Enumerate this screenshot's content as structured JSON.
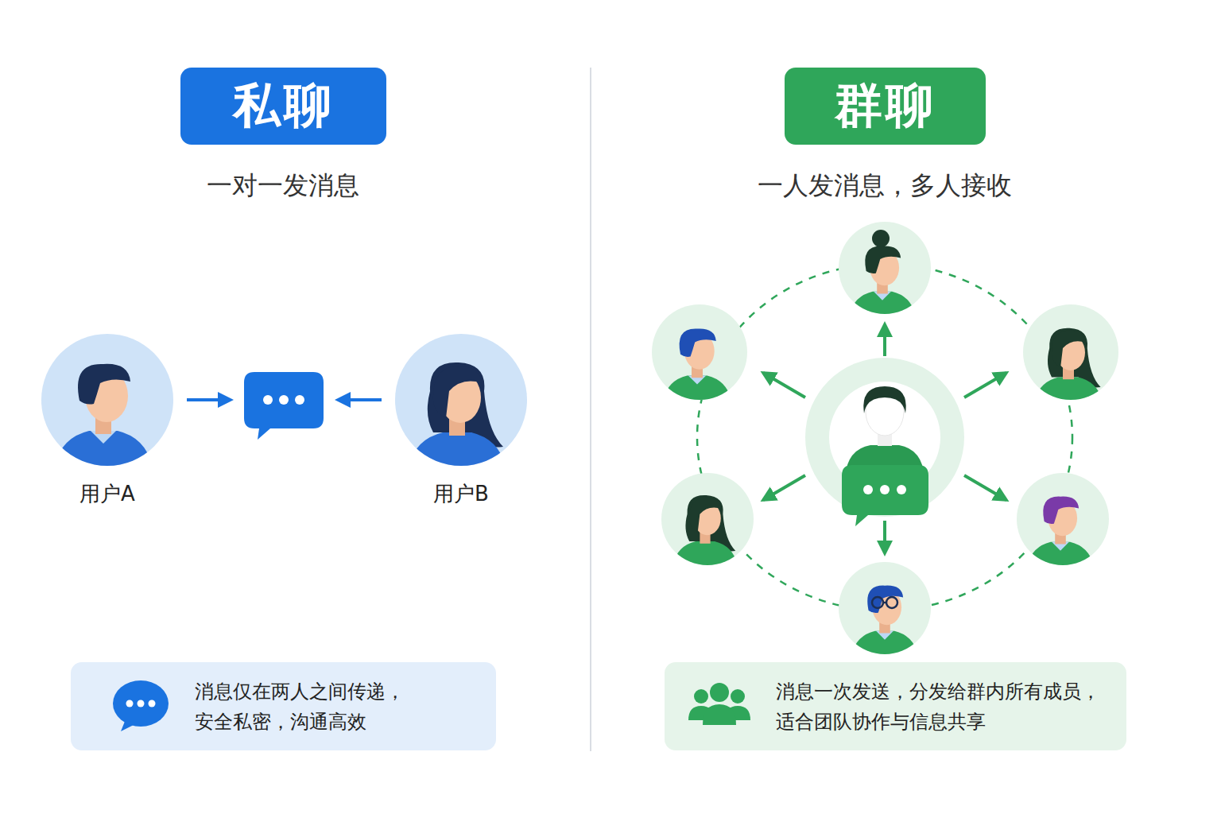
{
  "diagram": {
    "nodes": [
      {
        "text": [
          "私聊"
        ]
      },
      {
        "text": [
          "用户A"
        ]
      },
      {
        "text": [
          "用户B"
        ]
      },
      {
        "text": [
          "消息仅在两人之间传递， 安全私密，沟通高效"
        ]
      },
      {
        "text": [
          "群聊"
        ]
      },
      {
        "text": [
          "消息一次发送，分发给群内所有成员， 适合团队协作与信息共享"
        ]
      }
    ],
    "labels": [
      "一对一发消息",
      "一人发消息，多人接收"
    ]
  }
}
